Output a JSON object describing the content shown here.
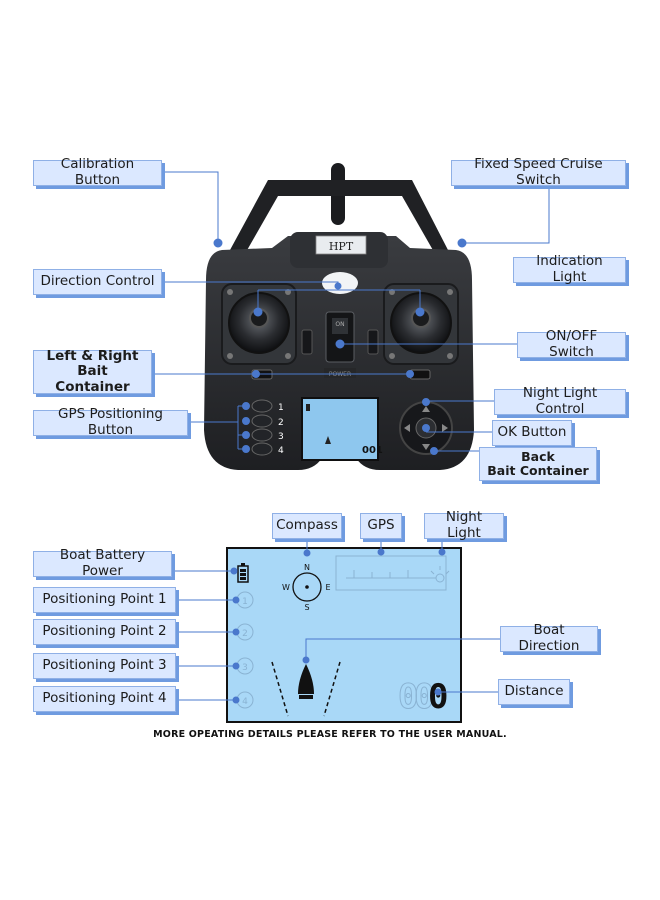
{
  "device": {
    "brand": "HPT",
    "buttons": [
      "1",
      "2",
      "3",
      "4"
    ],
    "lcd_counter": "001"
  },
  "labels": {
    "calibration_button": "Calibration Button",
    "fixed_speed_cruise_switch": "Fixed Speed Cruise Switch",
    "direction_control": "Direction Control",
    "indication_light": "Indication Light",
    "on_off_switch": "ON/OFF Switch",
    "left_right_bait_line1": "Left & Right",
    "left_right_bait_line2": "Bait Container",
    "gps_positioning_button": "GPS Positioning Button",
    "night_light_control": "Night Light Control",
    "ok_button": "OK Button",
    "back_bait_line1": "Back",
    "back_bait_line2": "Bait Container",
    "compass": "Compass",
    "gps": "GPS",
    "night_light": "Night Light",
    "boat_battery_power": "Boat Battery Power",
    "positioning_point_1": "Positioning Point 1",
    "positioning_point_2": "Positioning Point 2",
    "positioning_point_3": "Positioning Point 3",
    "positioning_point_4": "Positioning Point 4",
    "boat_direction": "Boat Direction",
    "distance": "Distance"
  },
  "lcd": {
    "compass_n": "N",
    "compass_s": "S",
    "compass_e": "E",
    "compass_w": "W",
    "points": [
      "1",
      "2",
      "3",
      "4"
    ],
    "distance_digits": [
      "0",
      "0",
      "0"
    ]
  },
  "footer": "MORE OPEATING DETAILS PLEASE REFER TO THE USER MANUAL.",
  "colors": {
    "label_bg": "#dbe8ff",
    "label_shadow": "#6f9be0",
    "leader_line": "#4a78cc",
    "lcd_bg": "#a9d8f7",
    "remote_body": "#2b2d30"
  }
}
